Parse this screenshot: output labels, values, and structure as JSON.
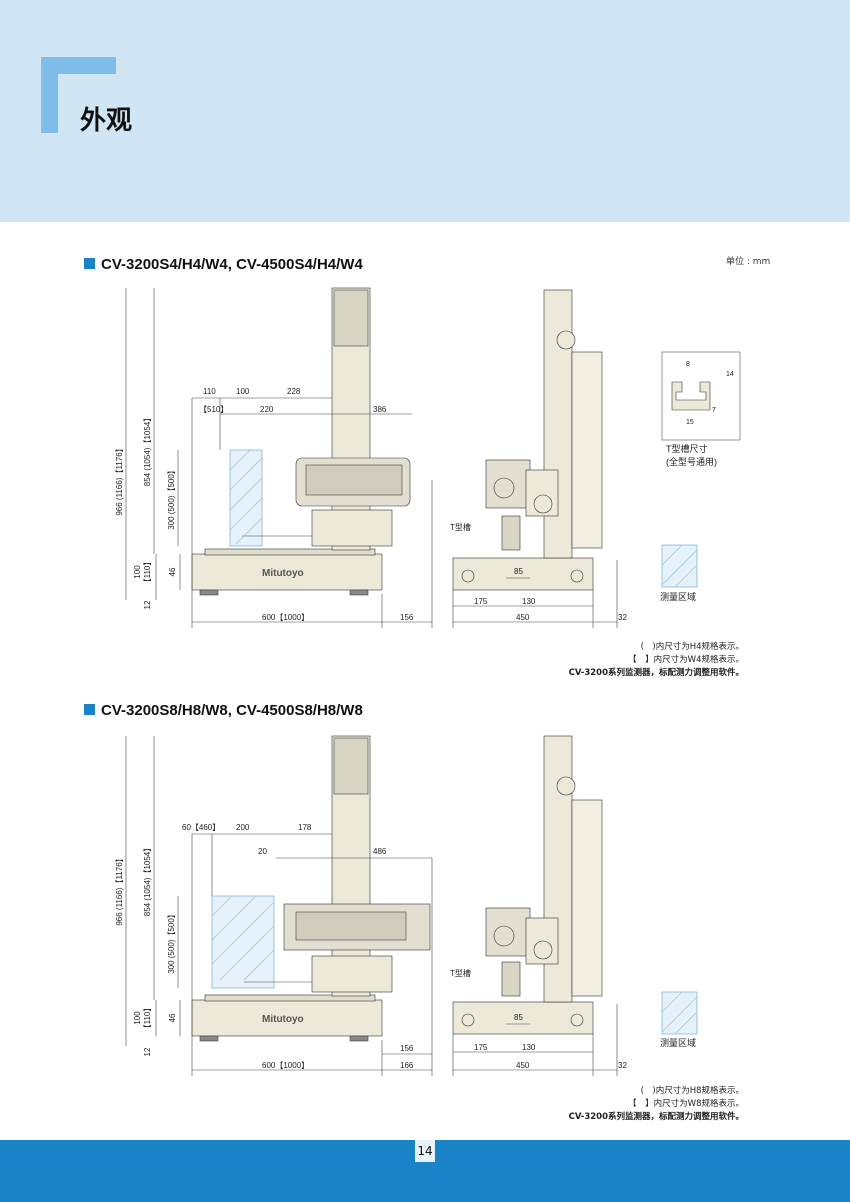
{
  "page": {
    "title": "外观",
    "unit": "单位 : mm",
    "page_number": "14"
  },
  "section1": {
    "title": "CV-3200S4/H4/W4, CV-4500S4/H4/W4",
    "dims": {
      "d110": "110",
      "d100": "100",
      "d228": "228",
      "d510": "【510】",
      "d220": "220",
      "d386": "386",
      "v966": "966 (1166)【1176】",
      "v854": "854 (1054)【1054】",
      "v300": "300 (500)【500】",
      "v100": "100",
      "v110": "【110】",
      "v46": "46",
      "v12": "12",
      "b600": "600【1000】",
      "b156": "156",
      "side85": "85",
      "side175": "175",
      "side130": "130",
      "side450": "450",
      "side32": "32"
    },
    "t_slot": "T型槽",
    "logo": "Mitutoyo",
    "notes": [
      "(　)内尺寸为H4规格表示。",
      "【　】内尺寸为W4规格表示。",
      "CV-3200系列监测器，标配测力调整用软件。"
    ]
  },
  "section2": {
    "title": "CV-3200S8/H8/W8, CV-4500S8/H8/W8",
    "dims": {
      "d60": "60【460】",
      "d200": "200",
      "d178": "178",
      "d20": "20",
      "d486": "486",
      "v966": "966 (1166)【1176】",
      "v854": "854 (1054)【1054】",
      "v300": "300 (500)【500】",
      "v100": "100",
      "v110": "【110】",
      "v46": "46",
      "v12": "12",
      "b600": "600【1000】",
      "b156": "156",
      "b166": "166",
      "side85": "85",
      "side175": "175",
      "side130": "130",
      "side450": "450",
      "side32": "32"
    },
    "t_slot": "T型槽",
    "logo": "Mitutoyo",
    "notes": [
      "(　)内尺寸为H8规格表示。",
      "【　】内尺寸为W8规格表示。",
      "CV-3200系列监测器，标配测力调整用软件。"
    ]
  },
  "tslot_detail": {
    "d8": "8",
    "d14": "14",
    "d7": "7",
    "d15": "15",
    "caption1": "T型槽尺寸",
    "caption2": "(全型号通用)"
  },
  "legend": {
    "measurement_area": "测量区域"
  }
}
